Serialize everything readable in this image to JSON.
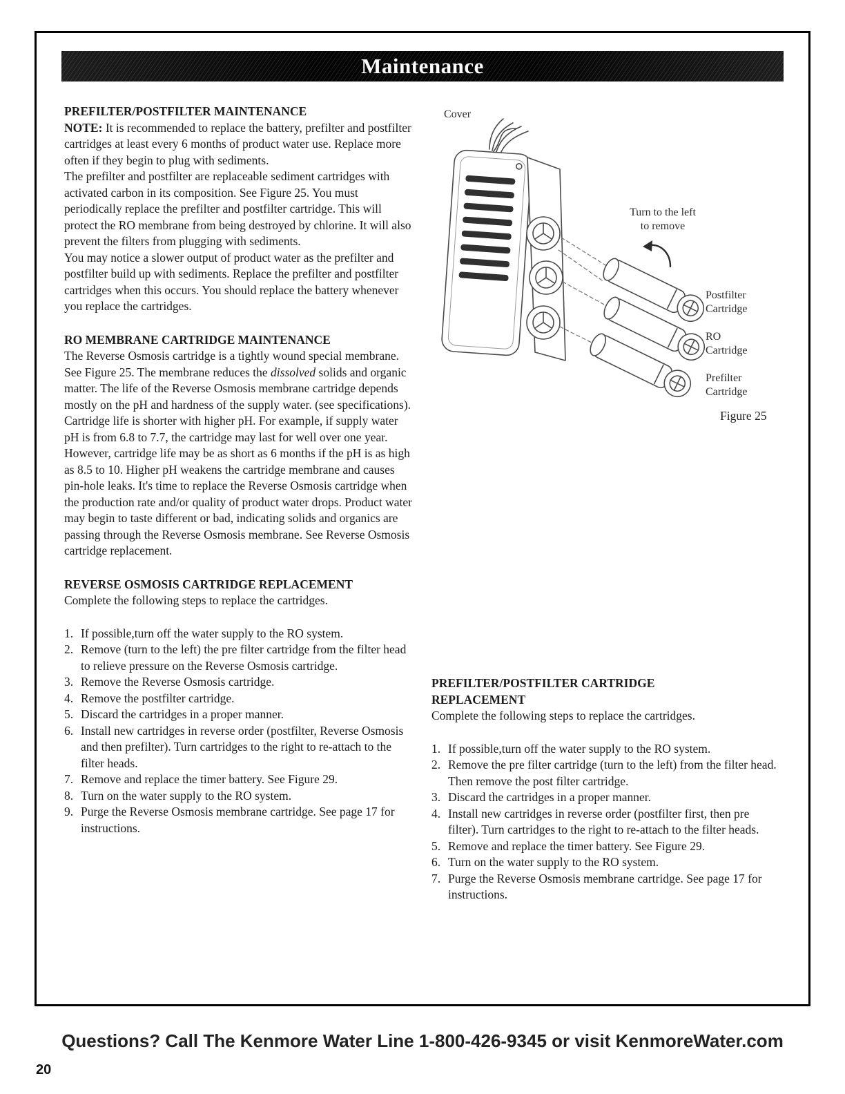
{
  "page": {
    "banner_title": "Maintenance",
    "footer": "Questions? Call The Kenmore Water Line 1-800-426-9345 or visit KenmoreWater.com",
    "page_number": "20"
  },
  "left": {
    "s1_heading": "PREFILTER/POSTFILTER MAINTENANCE",
    "s1_note_label": "NOTE:",
    "s1_p1": " It is recommended to replace the battery, prefilter and postfilter cartridges at least every 6 months of product water use. Replace more often if they begin to plug with sediments.",
    "s1_p2": "The prefilter and postfilter are replaceable sediment cartridges with activated carbon in its composition. See Figure 25. You must periodically replace the prefilter and postfilter cartridge. This will protect the RO membrane from being destroyed by chlorine. It will also prevent the filters from plugging with sediments.",
    "s1_p3": "You may notice a slower output of product water as the prefilter and postfilter build up with sediments. Replace the prefilter and postfilter cartridges when this occurs. You should replace the battery whenever you replace the cartridges.",
    "s2_heading": "RO MEMBRANE CARTRIDGE MAINTENANCE",
    "s2_p1a": "The Reverse Osmosis cartridge is a tightly wound special membrane. See Figure 25. The membrane reduces the ",
    "s2_italic": "dissolved",
    "s2_p1b": " solids and organic matter. The life of the Reverse Osmosis membrane cartridge depends mostly on the pH and hardness of the supply water. (see specifications). Cartridge life is shorter with higher pH. For example, if supply water pH is from 6.8 to 7.7, the cartridge may last for well over one year. However, cartridge life may be as short as 6 months if the pH is as high as 8.5 to 10. Higher pH weakens the cartridge membrane and causes pin-hole leaks. It's time to replace the Reverse Osmosis cartridge when the production rate and/or quality of product water drops. Product water may begin to taste different or bad, indicating solids and organics are passing through the Reverse Osmosis membrane. See Reverse Osmosis cartridge replacement.",
    "s3_heading": "REVERSE OSMOSIS CARTRIDGE REPLACEMENT",
    "s3_intro": "Complete the following steps to replace the cartridges.",
    "s3_steps": [
      "If possible,turn off the water supply to the RO system.",
      "Remove (turn to the left) the pre filter cartridge from the filter head to relieve pressure on the Reverse Osmosis cartridge.",
      "Remove the Reverse Osmosis cartridge.",
      "Remove the postfilter cartridge.",
      "Discard the cartridges in a proper manner.",
      "Install new cartridges in reverse order (postfilter, Reverse Osmosis and then prefilter). Turn cartridges to the right to re-attach to the filter heads.",
      "Remove and replace the timer battery. See Figure 29.",
      "Turn on the water supply to the RO system.",
      "Purge the Reverse Osmosis membrane cartridge. See page 17 for instructions."
    ]
  },
  "figure": {
    "label_cover": "Cover",
    "label_turn": "Turn to the left\nto remove",
    "label_postfilter": "Postfilter\nCartridge",
    "label_ro": "RO\nCartridge",
    "label_prefilter": "Prefilter\nCartridge",
    "caption": "Figure 25"
  },
  "right": {
    "s4_heading": "PREFILTER/POSTFILTER CARTRIDGE\nREPLACEMENT",
    "s4_intro": "Complete the following steps to replace the cartridges.",
    "s4_steps": [
      "If possible,turn off the water supply to the RO system.",
      "Remove the pre filter cartridge (turn to the left) from the filter head. Then remove the post filter cartridge.",
      "Discard the cartridges in a proper manner.",
      "Install new cartridges in reverse order (postfilter first, then pre filter). Turn cartridges to the right to re-attach to the filter heads.",
      "Remove and replace the timer battery. See Figure 29.",
      "Turn on the water supply to the RO system.",
      "Purge the Reverse Osmosis membrane cartridge. See page 17 for instructions."
    ]
  }
}
